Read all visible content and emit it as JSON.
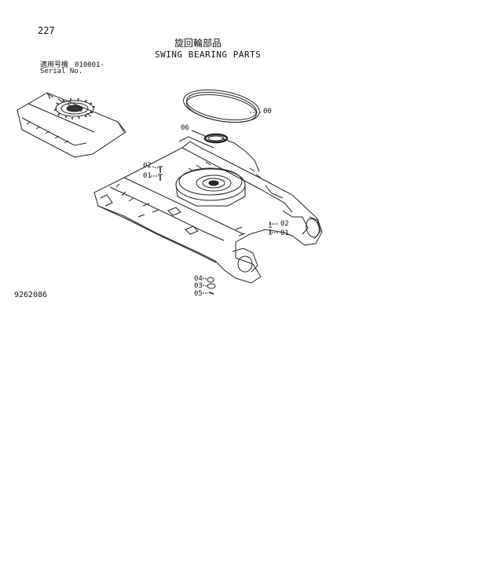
{
  "page_number": "227",
  "title_japanese": "旋回輪部品",
  "title_english": "SWING BEARING PARTS",
  "serial_label_japanese": "適用号機",
  "serial_range": "010001-",
  "serial_label_english": "Serial No.",
  "drawing_number": "9262086",
  "callouts": {
    "ring": "00",
    "seal": "06",
    "bolt_left_upper": "02",
    "bolt_left_lower": "01",
    "bolt_right_upper": "02",
    "bolt_right_lower": "01",
    "part_04": "04",
    "part_03": "03",
    "part_05": "05"
  }
}
